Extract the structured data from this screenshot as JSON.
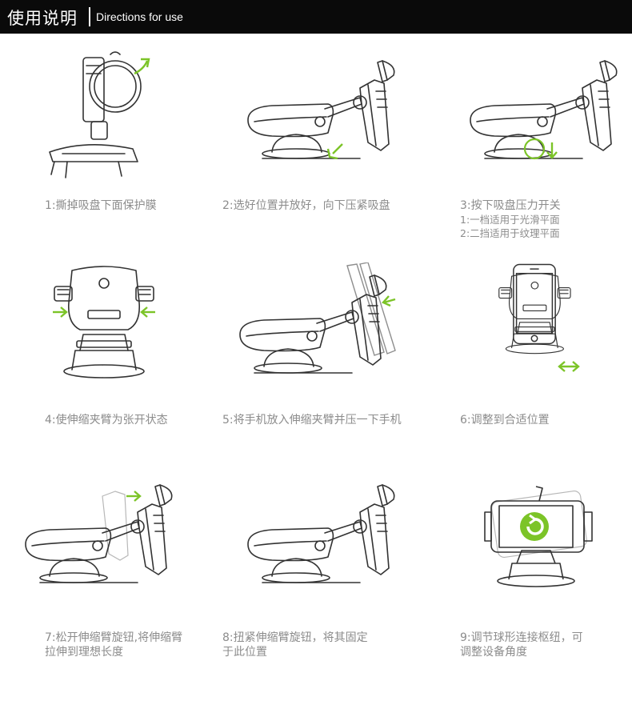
{
  "header": {
    "title": "使用说明",
    "subtitle": "Directions for use"
  },
  "colors": {
    "header_bg": "#0a0a0a",
    "accent_green": "#7cc428",
    "caption_gray": "#8c8c8c",
    "line_art": "#333333"
  },
  "steps": [
    {
      "lines": [
        "1:撕掉吸盘下面保护膜"
      ],
      "icon": "peel-film-illustration"
    },
    {
      "lines": [
        "2:选好位置并放好，向下压紧吸盘"
      ],
      "icon": "press-suction-illustration"
    },
    {
      "lines": [
        "3:按下吸盘压力开关"
      ],
      "sub": [
        "1:一档适用于光滑平面",
        "2:二挡适用于纹理平面"
      ],
      "icon": "pressure-switch-illustration"
    },
    {
      "lines": [
        "4:使伸缩夹臂为张开状态"
      ],
      "icon": "open-clamp-illustration"
    },
    {
      "lines": [
        "5:将手机放入伸缩夹臂并压一下手机"
      ],
      "icon": "insert-phone-illustration"
    },
    {
      "lines": [
        "6:调整到合适位置"
      ],
      "icon": "adjust-position-illustration"
    },
    {
      "lines": [
        "7:松开伸缩臂旋钮,将伸缩臂",
        "拉伸到理想长度"
      ],
      "icon": "extend-arm-illustration"
    },
    {
      "lines": [
        "8:扭紧伸缩臂旋钮，将其固定",
        "于此位置"
      ],
      "icon": "tighten-knob-illustration"
    },
    {
      "lines": [
        "9:调节球形连接枢纽，可",
        "调整设备角度"
      ],
      "icon": "rotate-ball-joint-illustration"
    }
  ]
}
